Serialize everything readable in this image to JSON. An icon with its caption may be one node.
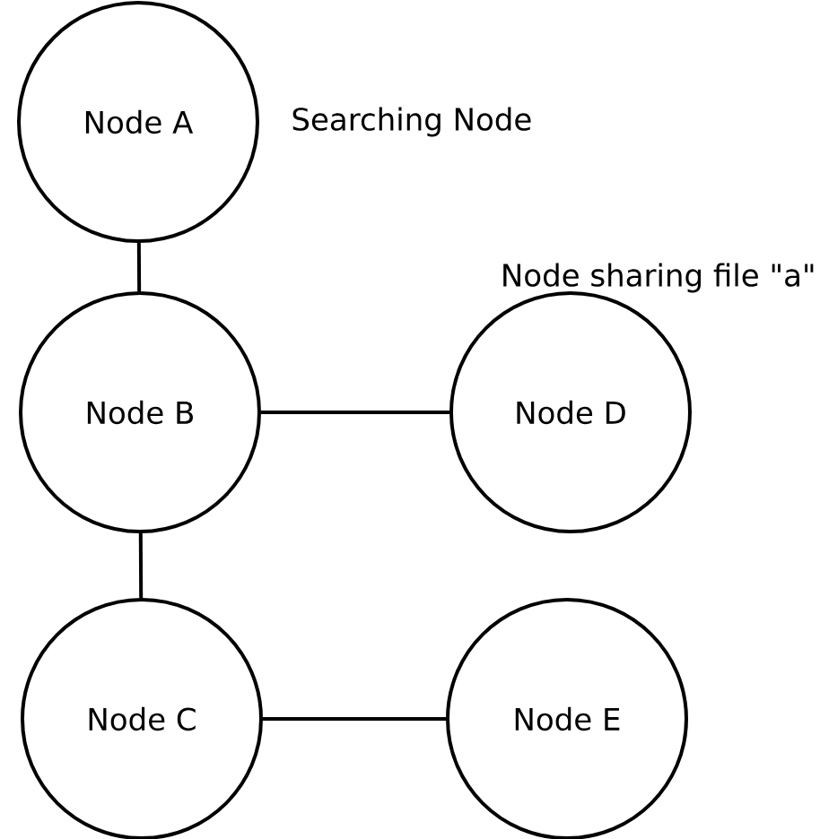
{
  "diagram": {
    "nodes": [
      {
        "text": [
          "Node A"
        ],
        "beside": [
          "Searching Node"
        ]
      },
      {
        "text": [
          "Node B"
        ]
      },
      {
        "text": [
          "Node C"
        ]
      },
      {
        "text": [
          "Node D"
        ],
        "beside": [
          "Node sharing file \"a\""
        ]
      },
      {
        "text": [
          "Node E"
        ]
      }
    ],
    "edges": [
      {
        "from": 0,
        "to": 1,
        "arrow": "none"
      },
      {
        "from": 1,
        "to": 3,
        "arrow": "none"
      },
      {
        "from": 1,
        "to": 2,
        "arrow": "none"
      },
      {
        "from": 2,
        "to": 4,
        "arrow": "none"
      }
    ]
  }
}
